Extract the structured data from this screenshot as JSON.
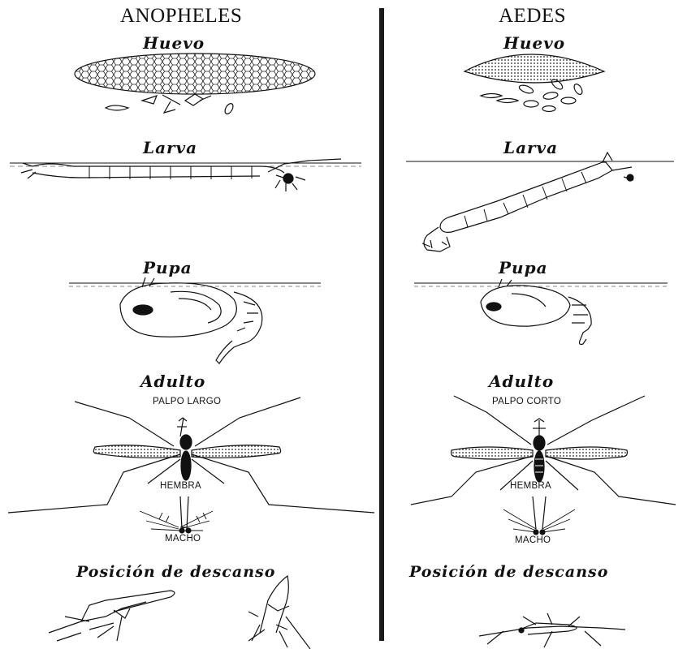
{
  "columns": {
    "left": {
      "title": "ANOPHELES",
      "stages": [
        "Huevo",
        "Larva",
        "Pupa",
        "Adulto",
        "Posición de descanso"
      ],
      "adult_labels": {
        "palp": "PALPO LARGO",
        "female": "HEMBRA",
        "male": "MACHO"
      }
    },
    "right": {
      "title": "AEDES",
      "stages": [
        "Huevo",
        "Larva",
        "Pupa",
        "Adulto",
        "Posición de descanso"
      ],
      "adult_labels": {
        "palp": "PALPO CORTO",
        "female": "HEMBRA",
        "male": "MACHO"
      }
    }
  }
}
